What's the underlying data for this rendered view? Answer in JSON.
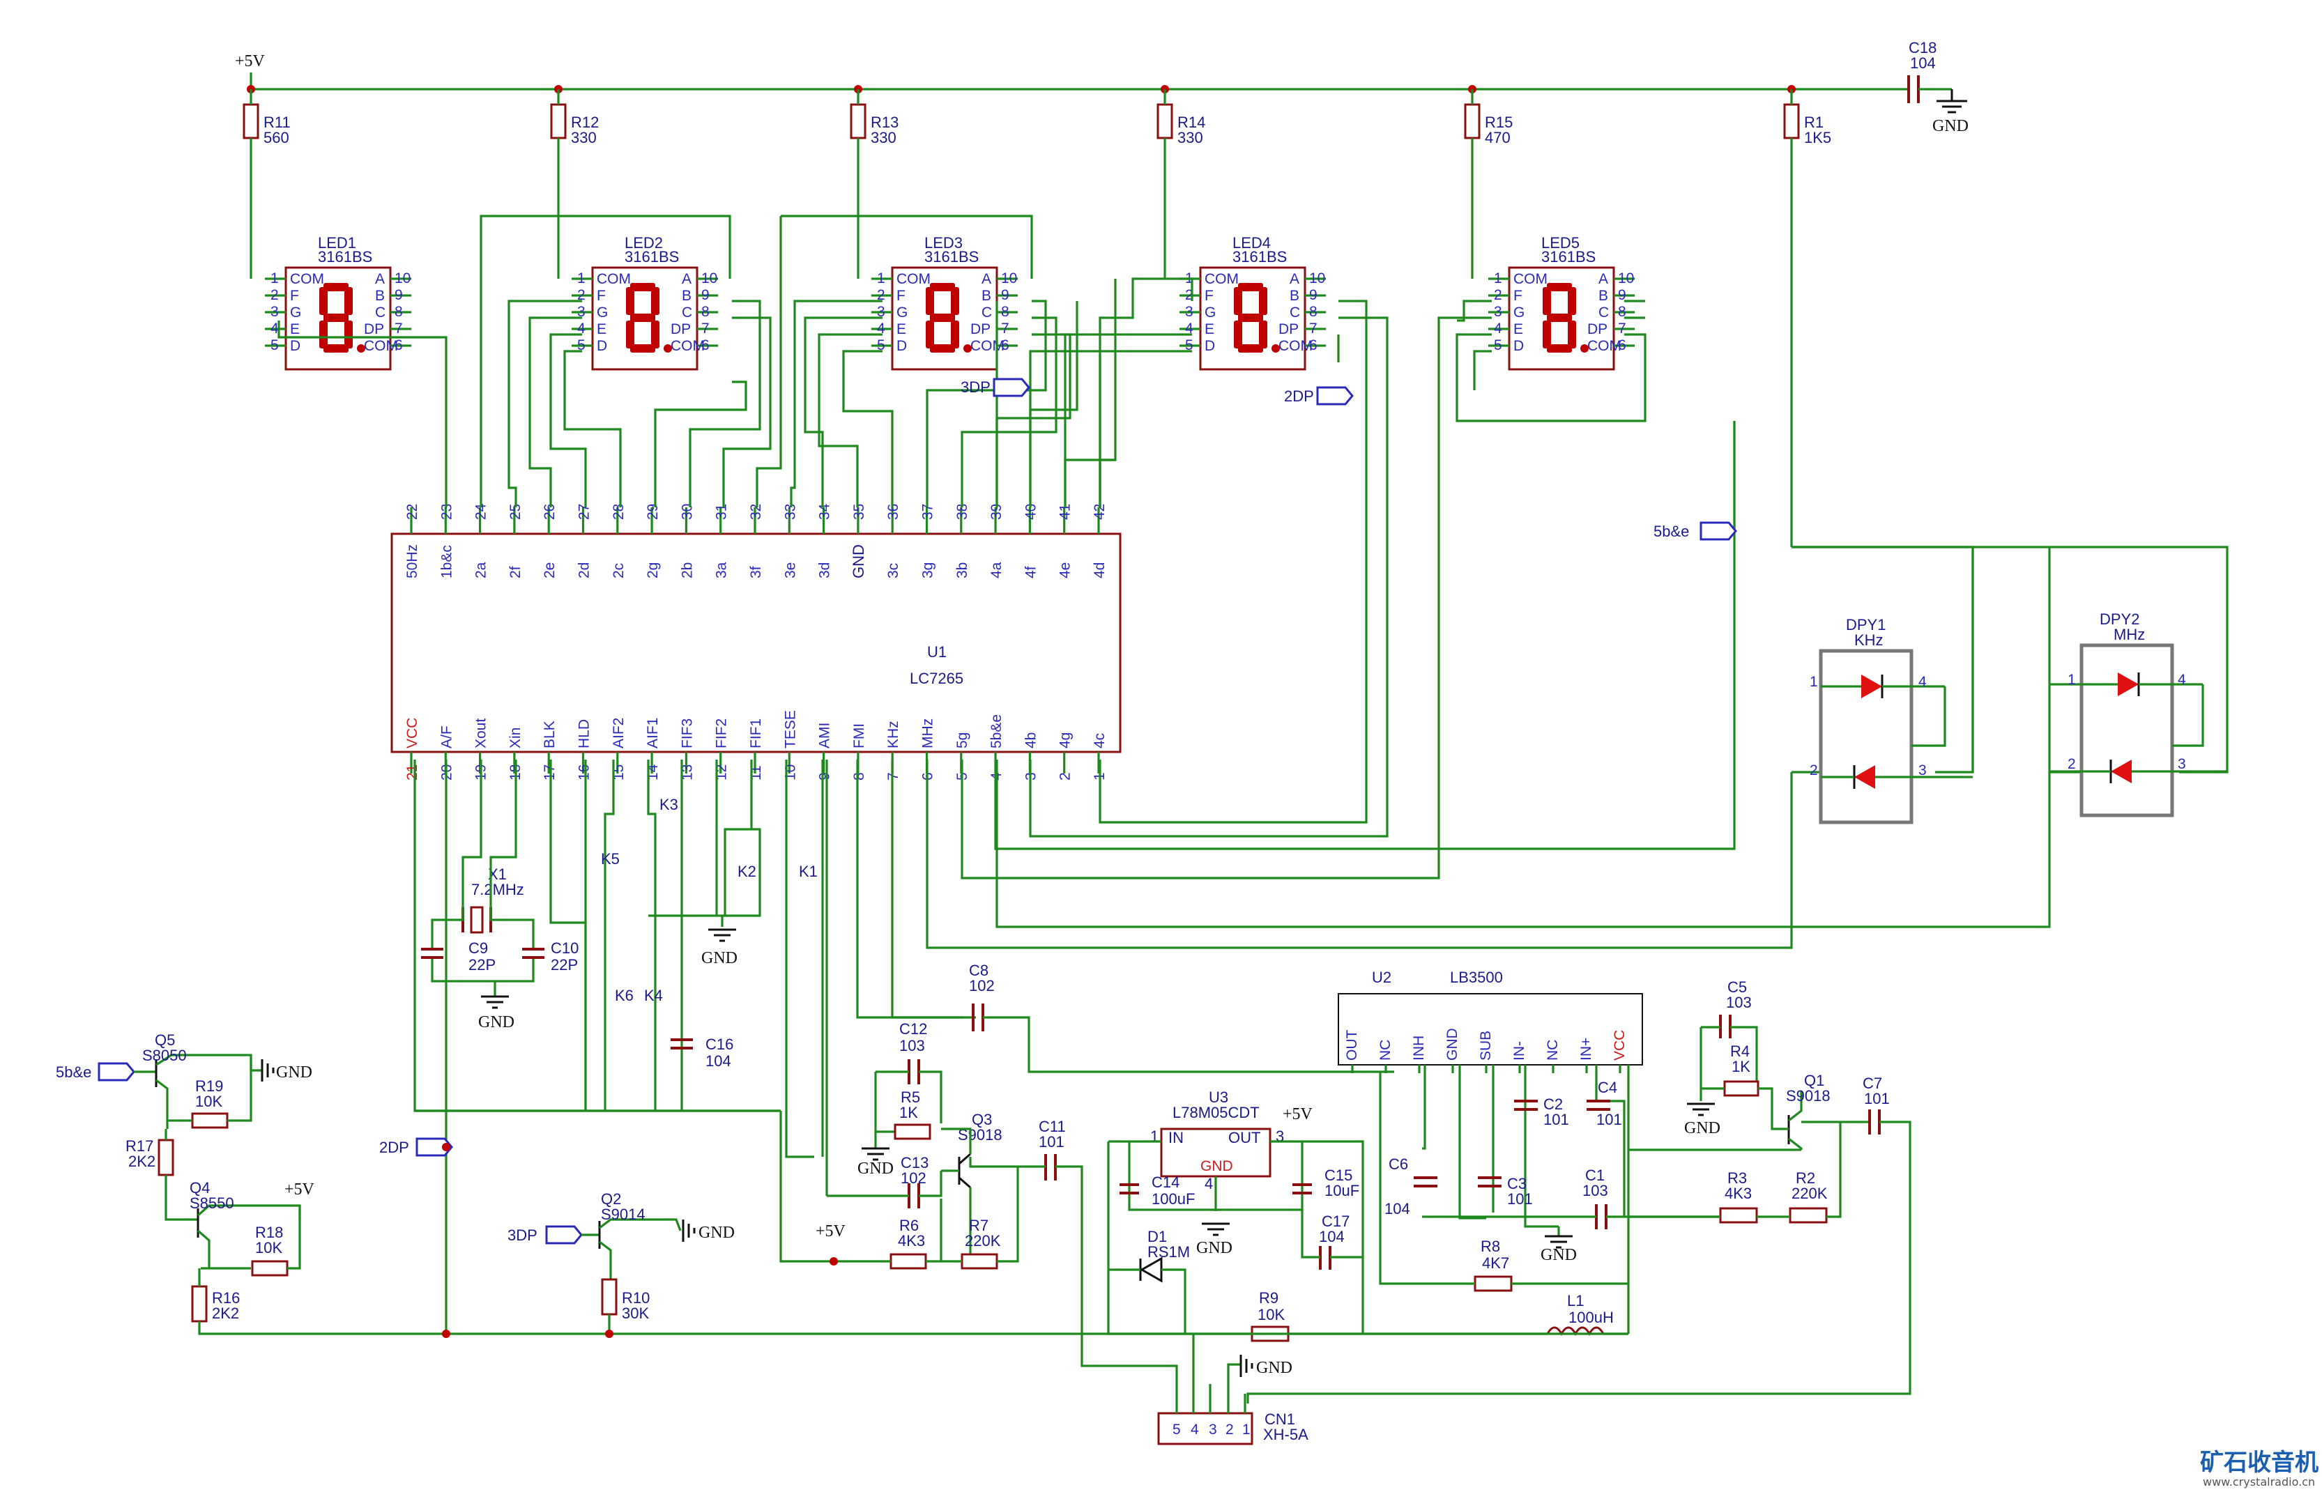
{
  "supply": {
    "vcc": "+5V",
    "gnd": "GND"
  },
  "top_resistors": [
    {
      "ref": "R11",
      "val": "560"
    },
    {
      "ref": "R12",
      "val": "330"
    },
    {
      "ref": "R13",
      "val": "330"
    },
    {
      "ref": "R14",
      "val": "330"
    },
    {
      "ref": "R15",
      "val": "470"
    },
    {
      "ref": "R1",
      "val": "1K5"
    }
  ],
  "top_cap": {
    "ref": "C18",
    "val": "104"
  },
  "leds": [
    {
      "ref": "LED1",
      "part": "3161BS"
    },
    {
      "ref": "LED2",
      "part": "3161BS"
    },
    {
      "ref": "LED3",
      "part": "3161BS"
    },
    {
      "ref": "LED4",
      "part": "3161BS"
    },
    {
      "ref": "LED5",
      "part": "3161BS"
    }
  ],
  "led_pin_names_left": [
    "COM",
    "F",
    "G",
    "E",
    "D"
  ],
  "led_pin_names_right": [
    "A",
    "B",
    "C",
    "DP",
    "COM"
  ],
  "led_pin_nums_left": [
    "1",
    "2",
    "3",
    "4",
    "5"
  ],
  "led_pin_nums_right": [
    "10",
    "9",
    "8",
    "7",
    "6"
  ],
  "digit_glyph": "8",
  "u1": {
    "ref": "U1",
    "part": "LC7265",
    "top_nums": [
      "22",
      "23",
      "24",
      "25",
      "26",
      "27",
      "28",
      "29",
      "30",
      "31",
      "32",
      "33",
      "34",
      "35",
      "36",
      "37",
      "38",
      "39",
      "40",
      "41",
      "42"
    ],
    "top_names": [
      "50Hz",
      "1b&c",
      "2a",
      "2f",
      "2e",
      "2d",
      "2c",
      "2g",
      "2b",
      "3a",
      "3f",
      "3e",
      "3d",
      "GND",
      "3c",
      "3g",
      "3b",
      "4a",
      "4f",
      "4e",
      "4d"
    ],
    "bot_nums": [
      "21",
      "20",
      "19",
      "18",
      "17",
      "16",
      "15",
      "14",
      "13",
      "12",
      "11",
      "10",
      "9",
      "8",
      "7",
      "6",
      "5",
      "4",
      "3",
      "2",
      "1"
    ],
    "bot_names": [
      "VCC",
      "A/F",
      "Xout",
      "Xin",
      "BLK",
      "HLD",
      "AIF2",
      "AIF1",
      "FIF3",
      "FIF2",
      "FIF1",
      "TESE",
      "AMI",
      "FMI",
      "KHz",
      "MHz",
      "5g",
      "5b&e",
      "4b",
      "4g",
      "4c"
    ]
  },
  "u2": {
    "ref": "U2",
    "part": "LB3500",
    "pins": [
      "OUT",
      "NC",
      "INH",
      "GND",
      "SUB",
      "IN-",
      "NC",
      "IN+",
      "VCC"
    ]
  },
  "u3": {
    "ref": "U3",
    "part": "L78M05CDT",
    "in": "IN",
    "out": "OUT",
    "gnd": "GND",
    "p1": "1",
    "p3": "3",
    "p4": "4"
  },
  "dpy": [
    {
      "ref": "DPY1",
      "label": "KHz"
    },
    {
      "ref": "DPY2",
      "label": "MHz"
    }
  ],
  "dpy_pins": [
    "1",
    "4",
    "2",
    "3"
  ],
  "flags": {
    "dp3": "3DP",
    "dp2": "2DP",
    "b5e": "5b&e"
  },
  "crystal": {
    "ref": "X1",
    "val": "7.2MHz"
  },
  "switches": [
    "K1",
    "K2",
    "K3",
    "K4",
    "K5",
    "K6"
  ],
  "parts": [
    {
      "ref": "C9",
      "val": "22P"
    },
    {
      "ref": "C10",
      "val": "22P"
    },
    {
      "ref": "C16",
      "val": "104"
    },
    {
      "ref": "C8",
      "val": "102"
    },
    {
      "ref": "C12",
      "val": "103"
    },
    {
      "ref": "R5",
      "val": "1K"
    },
    {
      "ref": "Q3",
      "val": "S9018"
    },
    {
      "ref": "C13",
      "val": "102"
    },
    {
      "ref": "C11",
      "val": "101"
    },
    {
      "ref": "R6",
      "val": "4K3"
    },
    {
      "ref": "R7",
      "val": "220K"
    },
    {
      "ref": "C14",
      "val": "100uF"
    },
    {
      "ref": "C15",
      "val": "10uF"
    },
    {
      "ref": "C17",
      "val": "104"
    },
    {
      "ref": "D1",
      "val": "RS1M"
    },
    {
      "ref": "R9",
      "val": "10K"
    },
    {
      "ref": "C6",
      "val": "104"
    },
    {
      "ref": "C3",
      "val": "101"
    },
    {
      "ref": "C2",
      "val": "101"
    },
    {
      "ref": "C4",
      "val": "101"
    },
    {
      "ref": "C1",
      "val": "103"
    },
    {
      "ref": "R8",
      "val": "4K7"
    },
    {
      "ref": "L1",
      "val": "100uH"
    },
    {
      "ref": "C5",
      "val": "103"
    },
    {
      "ref": "R4",
      "val": "1K"
    },
    {
      "ref": "Q1",
      "val": "S9018"
    },
    {
      "ref": "C7",
      "val": "101"
    },
    {
      "ref": "R3",
      "val": "4K3"
    },
    {
      "ref": "R2",
      "val": "220K"
    },
    {
      "ref": "Q5",
      "val": "S8050"
    },
    {
      "ref": "R19",
      "val": "10K"
    },
    {
      "ref": "R17",
      "val": "2K2"
    },
    {
      "ref": "Q4",
      "val": "S8550"
    },
    {
      "ref": "R18",
      "val": "10K"
    },
    {
      "ref": "R16",
      "val": "2K2"
    },
    {
      "ref": "Q2",
      "val": "S9014"
    },
    {
      "ref": "R10",
      "val": "30K"
    }
  ],
  "connector": {
    "ref": "CN1",
    "part": "XH-5A",
    "pins": [
      "5",
      "4",
      "3",
      "2",
      "1"
    ]
  },
  "watermark": {
    "title": "矿石收音机",
    "url": "www.crystalradio.cn"
  }
}
